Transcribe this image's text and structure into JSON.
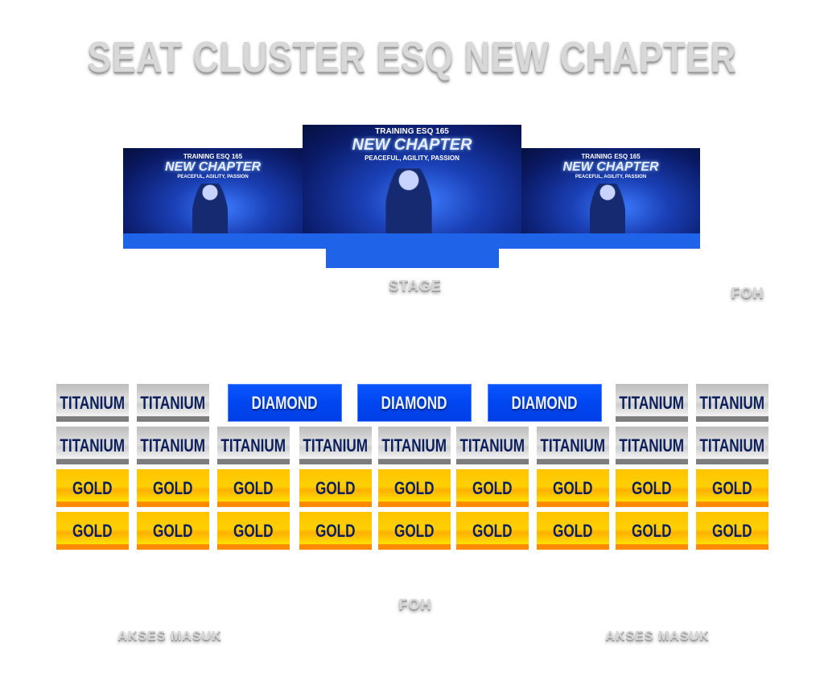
{
  "title": "SEAT CLUSTER ESQ NEW CHAPTER",
  "screen": {
    "line1": "TRAINING ESQ 165",
    "line2": "NEW CHAPTER",
    "line3": "PEACEFUL, AGILITY, PASSION"
  },
  "labels": {
    "stage": "STAGE",
    "foh_top": "FOH",
    "foh_bottom": "FOH",
    "entrance_left": "AKSES MASUK",
    "entrance_right": "AKSES MASUK"
  },
  "seats": {
    "titanium": "TITANIUM",
    "diamond": "DIAMOND",
    "gold": "GOLD"
  },
  "colors": {
    "stage": "#1f63e8",
    "diamond": "#0046f0",
    "gold": "#ffc400",
    "titanium": "#c8c8c8",
    "seat_text": "#0b1f5c"
  }
}
